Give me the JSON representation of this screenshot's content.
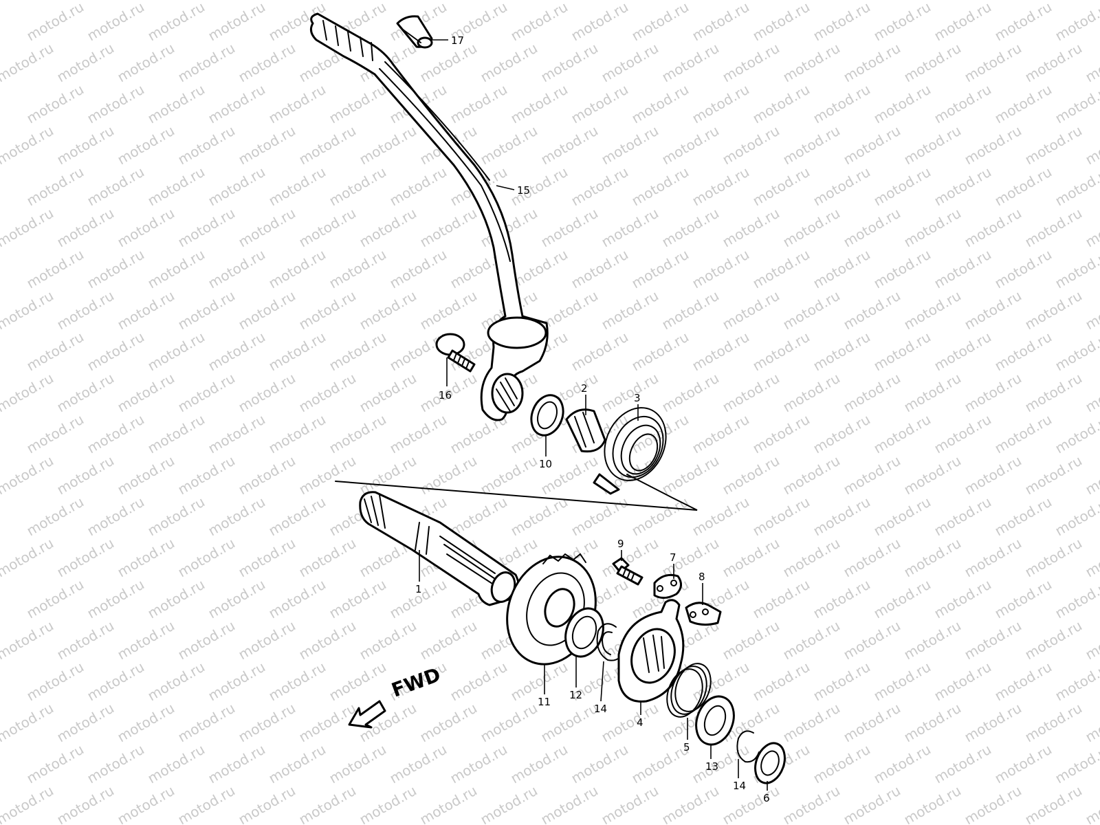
{
  "watermark": {
    "text": "motod.ru",
    "color": "#c9c9c9"
  },
  "direction": {
    "label": "FWD",
    "icon": "arrow-down-left-icon"
  },
  "callouts": {
    "c1": "1",
    "c2": "2",
    "c3": "3",
    "c4": "4",
    "c5": "5",
    "c6": "6",
    "c7": "7",
    "c8": "8",
    "c9": "9",
    "c10": "10",
    "c11": "11",
    "c12": "12",
    "c13": "13",
    "c14a": "14",
    "c14b": "14",
    "c15": "15",
    "c16": "16",
    "c17": "17"
  },
  "colors": {
    "line": "#000000",
    "background": "#ffffff"
  }
}
